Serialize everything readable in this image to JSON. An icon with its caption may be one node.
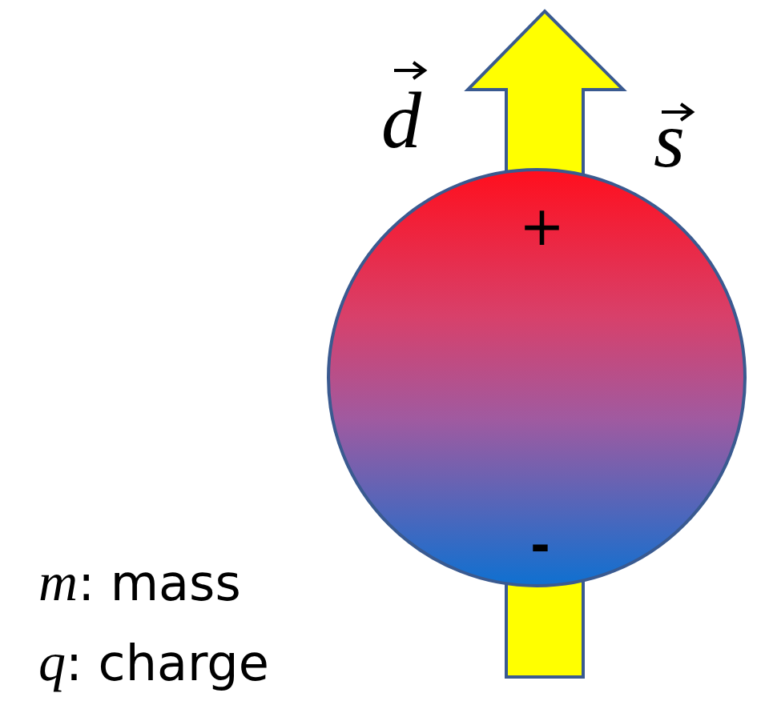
{
  "diagram": {
    "nodes": [
      {
        "text": [
          "+",
          "-"
        ]
      }
    ],
    "labels": [
      "d⃗",
      "s⃗",
      "*m*: mass",
      "*q*: charge"
    ]
  }
}
